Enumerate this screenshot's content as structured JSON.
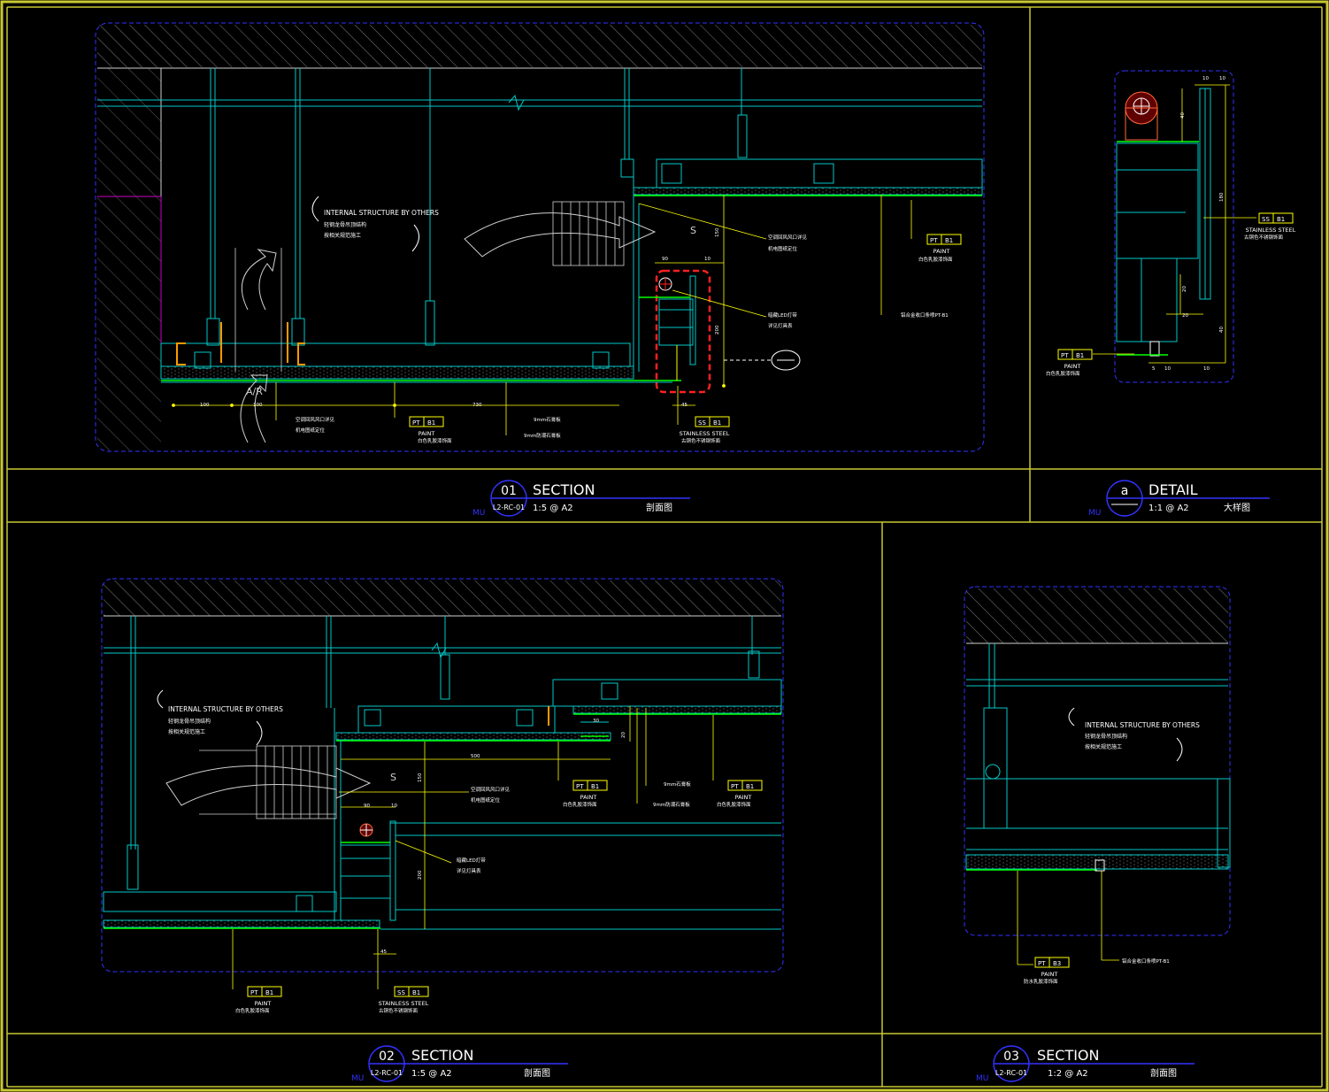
{
  "colors": {
    "background": "#000000",
    "frame": "#c8c832",
    "cyan": "#00c8c8",
    "yellow": "#ffff00",
    "blue": "#3232ff",
    "green": "#00ff00",
    "red": "#ff2020",
    "magenta": "#c800c8",
    "white": "#ffffff"
  },
  "panels": [
    {
      "id": "01",
      "title": "SECTION",
      "ref": "L2-RC-01",
      "scale": "1:5 @ A2",
      "cn": "剖面图",
      "mu": "MU"
    },
    {
      "id": "a",
      "title": "DETAIL",
      "ref": "",
      "scale": "1:1 @ A2",
      "cn": "大样图",
      "mu": "MU"
    },
    {
      "id": "02",
      "title": "SECTION",
      "ref": "L2-RC-01",
      "scale": "1:5 @ A2",
      "cn": "剖面图",
      "mu": "MU"
    },
    {
      "id": "03",
      "title": "SECTION",
      "ref": "L2-RC-01",
      "scale": "1:2 @ A2",
      "cn": "剖面图",
      "mu": "MU"
    }
  ],
  "s1": {
    "internal_en": "INTERNAL STRUCTURE BY OTHERS",
    "internal_cn1": "轻钢龙骨吊顶结构",
    "internal_cn2": "按相关规范施工",
    "ar": "A/R",
    "s": "S",
    "dim100a": "100",
    "dim100b": "100",
    "dim730": "730",
    "dim90": "90",
    "dim10": "10",
    "dim150": "150",
    "dim200": "200",
    "dim45": "45",
    "air_cn1": "空调回风风口详见",
    "air_cn2": "机电图纸定位",
    "led_cn1": "暗藏LED灯带",
    "led_cn2": "详见灯具表",
    "pt_code": "PT",
    "pt_num": "B1",
    "paint": "PAINT",
    "paint_cn": "白色乳胶漆饰面",
    "gypsum9a": "9mm石膏板",
    "gypsum9b": "9mm防潮石膏板",
    "ss_code": "SS",
    "ss_num": "B1",
    "stainless": "STAINLESS STEEL",
    "stainless_cn": "古铜色不锈钢饰面",
    "right_note": "铝合金收口条喷PT-B1"
  },
  "sa": {
    "dim10a": "10",
    "dim10b": "10",
    "dim40a": "40",
    "dim40b": "40",
    "dim180": "180",
    "dim20a": "20",
    "dim20b": "20",
    "dim5": "5",
    "dim10c": "10",
    "dim10d": "10",
    "ss_code": "SS",
    "ss_num": "B1",
    "stainless": "STAINLESS STEEL",
    "stainless_cn": "古铜色不锈钢饰面",
    "pt_code": "PT",
    "pt_num": "B1",
    "paint": "PAINT",
    "paint_cn": "白色乳胶漆饰面"
  },
  "s2": {
    "internal_en": "INTERNAL STRUCTURE BY OTHERS",
    "internal_cn1": "轻钢龙骨吊顶结构",
    "internal_cn2": "按相关规范施工",
    "s": "S",
    "dim500": "500",
    "dim30": "30",
    "dim20": "20",
    "dim90": "90",
    "dim10": "10",
    "dim150": "150",
    "dim200": "200",
    "dim45": "45",
    "air_cn1": "空调回风风口详见",
    "air_cn2": "机电图纸定位",
    "led_cn1": "暗藏LED灯带",
    "led_cn2": "详见灯具表",
    "pt_code": "PT",
    "pt_num": "B1",
    "paint": "PAINT",
    "paint_cn": "白色乳胶漆饰面",
    "gypsum9a": "9mm石膏板",
    "gypsum9b": "9mm防潮石膏板",
    "ss_code": "SS",
    "ss_num": "B1",
    "stainless": "STAINLESS STEEL",
    "stainless_cn": "古铜色不锈钢饰面"
  },
  "s3": {
    "internal_en": "INTERNAL STRUCTURE BY OTHERS",
    "internal_cn1": "轻钢龙骨吊顶结构",
    "internal_cn2": "按相关规范施工",
    "pt_code": "PT",
    "pt_num": "B3",
    "paint": "PAINT",
    "paint_cn": "防水乳胶漆饰面",
    "right_note": "铝合金收口条喷PT-B1"
  }
}
